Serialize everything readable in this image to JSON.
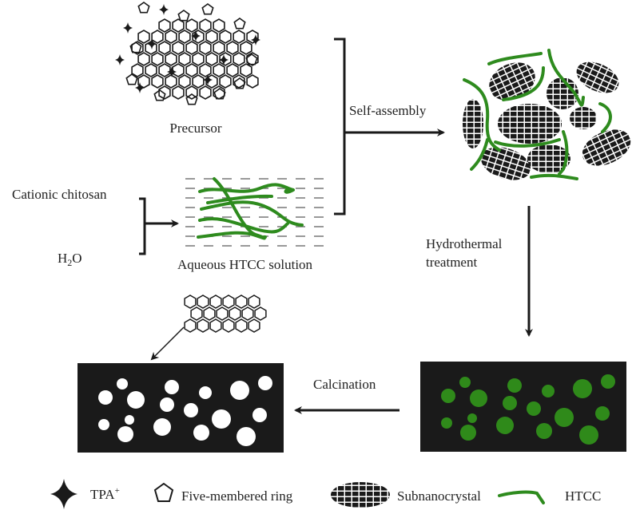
{
  "labels": {
    "precursor": "Precursor",
    "cationic_chitosan": "Cationic chitosan",
    "h2o_h": "H",
    "h2o_sub": "2",
    "h2o_o": "O",
    "aqueous_solution": "Aqueous HTCC solution",
    "self_assembly": "Self-assembly",
    "hydrothermal_line1": "Hydrothermal",
    "hydrothermal_line2": "treatment",
    "calcination": "Calcination"
  },
  "legend": {
    "tpa": "TPA",
    "tpa_sup": "+",
    "five_ring": "Five-membered ring",
    "subnanocrystal": "Subnanocrystal",
    "htcc": "HTCC"
  },
  "colors": {
    "htcc_green": "#2e8b1e",
    "pore_green": "#2f8a1a",
    "box_dark": "#1a1a1a"
  }
}
